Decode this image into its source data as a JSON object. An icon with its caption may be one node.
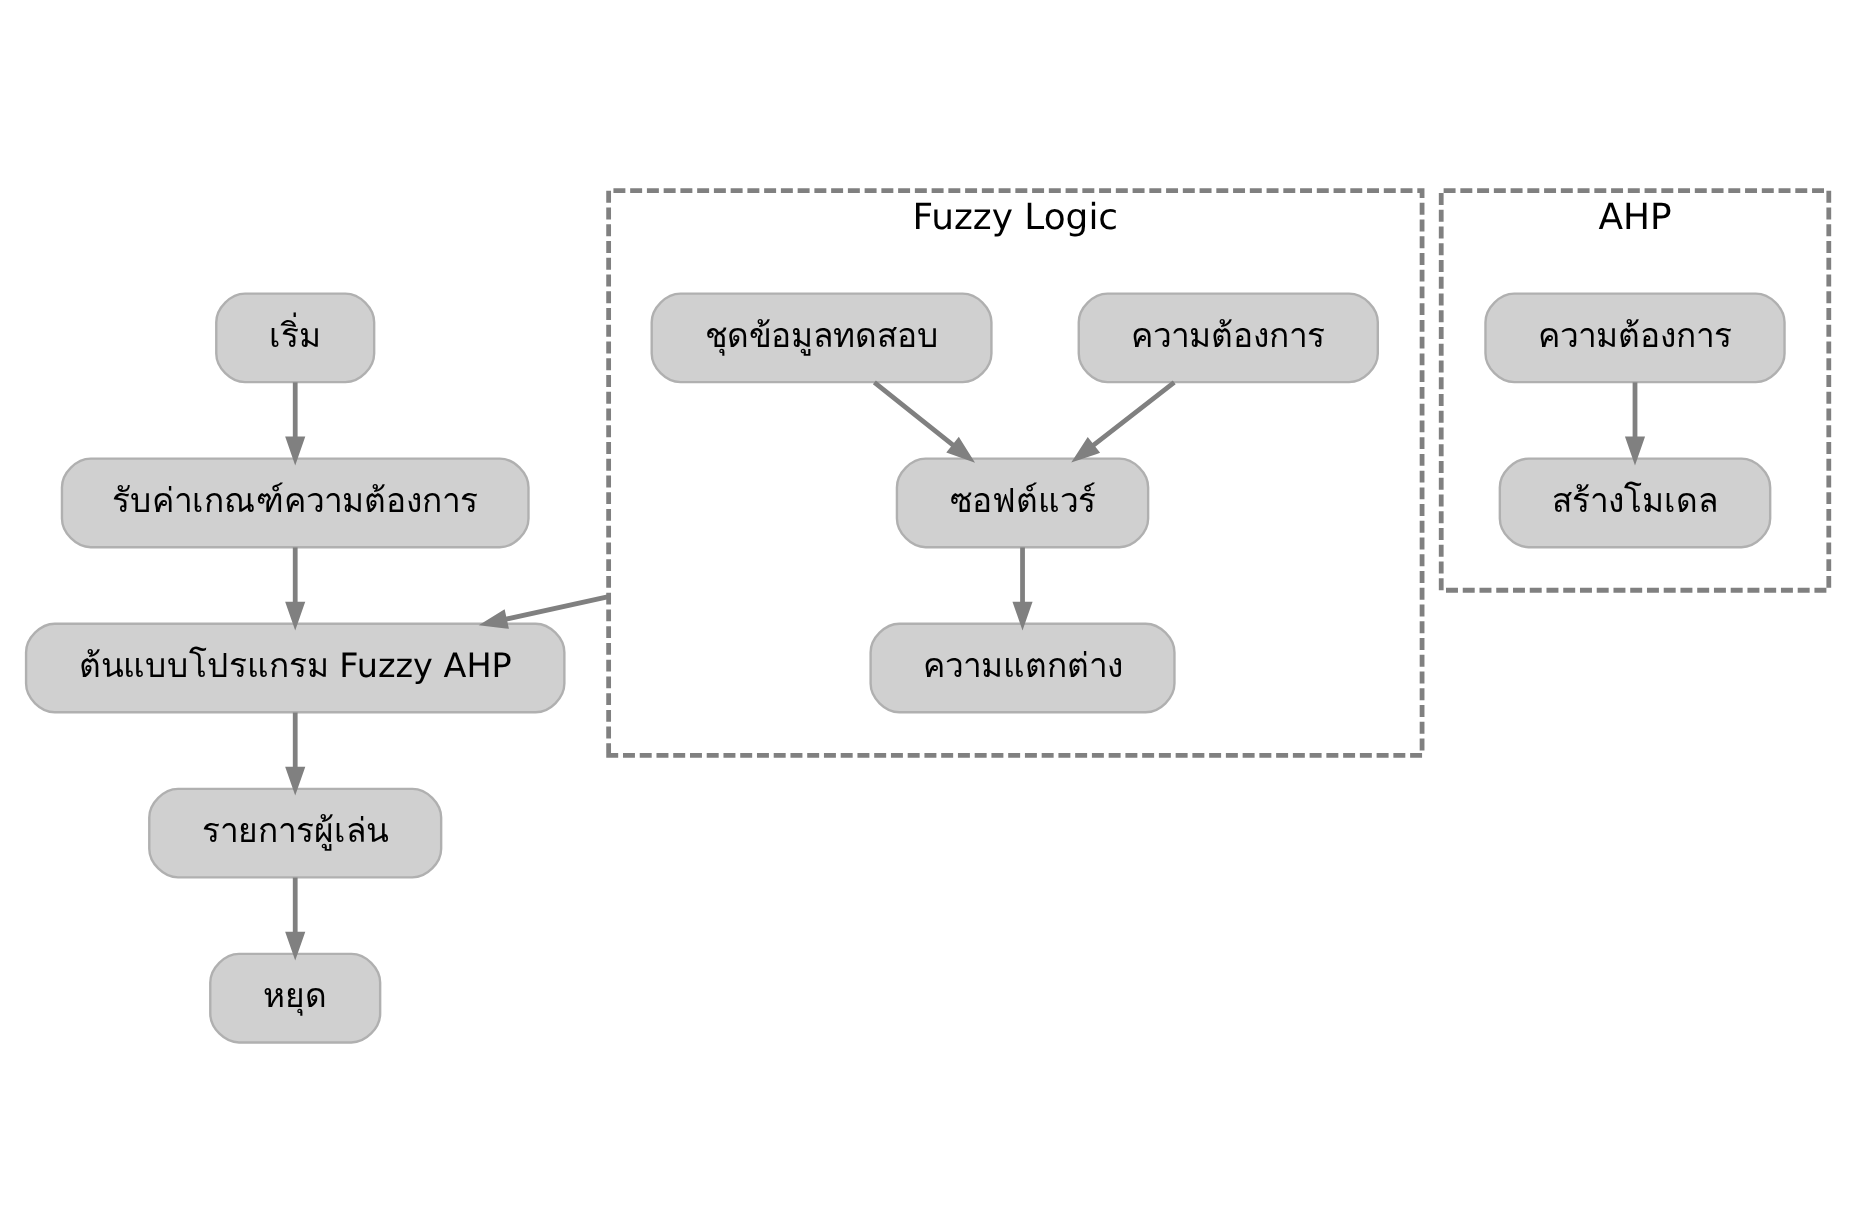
{
  "diagram": {
    "nodes": [
      {
        "text": [
          "เริ่ม"
        ]
      },
      {
        "text": [
          "รับค่าเกณฑ์ความต้องการ"
        ]
      },
      {
        "text": [
          "ต้นแบบโปรแกรม Fuzzy AHP"
        ]
      },
      {
        "text": [
          "รายการผู้เล่น"
        ]
      },
      {
        "text": [
          "หยุด"
        ]
      },
      {
        "text": [
          "AHP"
        ]
      },
      {
        "text": [
          "สร้างโมเดล"
        ],
        "in": 5
      },
      {
        "text": [
          "ความต้องการ"
        ],
        "in": 5
      },
      {
        "text": [
          "Fuzzy Logic"
        ]
      },
      {
        "text": [
          "ซอฟต์แวร์"
        ],
        "in": 8
      },
      {
        "text": [
          "ความต้องการ"
        ],
        "in": 8
      },
      {
        "text": [
          "ชุดข้อมูลทดสอบ"
        ],
        "in": 8
      },
      {
        "text": [
          "ความแตกต่าง"
        ],
        "in": 8
      }
    ],
    "edges": [
      {
        "from": 0,
        "to": 1,
        "arrow": "to"
      },
      {
        "from": 1,
        "to": 2,
        "arrow": "to"
      },
      {
        "from": 2,
        "to": 3,
        "arrow": "to"
      },
      {
        "from": 3,
        "to": 4,
        "arrow": "to"
      },
      {
        "from": 7,
        "to": 6,
        "arrow": "to"
      },
      {
        "from": 8,
        "to": 2,
        "arrow": "to"
      },
      {
        "from": 10,
        "to": 9,
        "arrow": "to"
      },
      {
        "from": 11,
        "to": 9,
        "arrow": "to"
      },
      {
        "from": 9,
        "to": 12,
        "arrow": "to"
      }
    ]
  }
}
